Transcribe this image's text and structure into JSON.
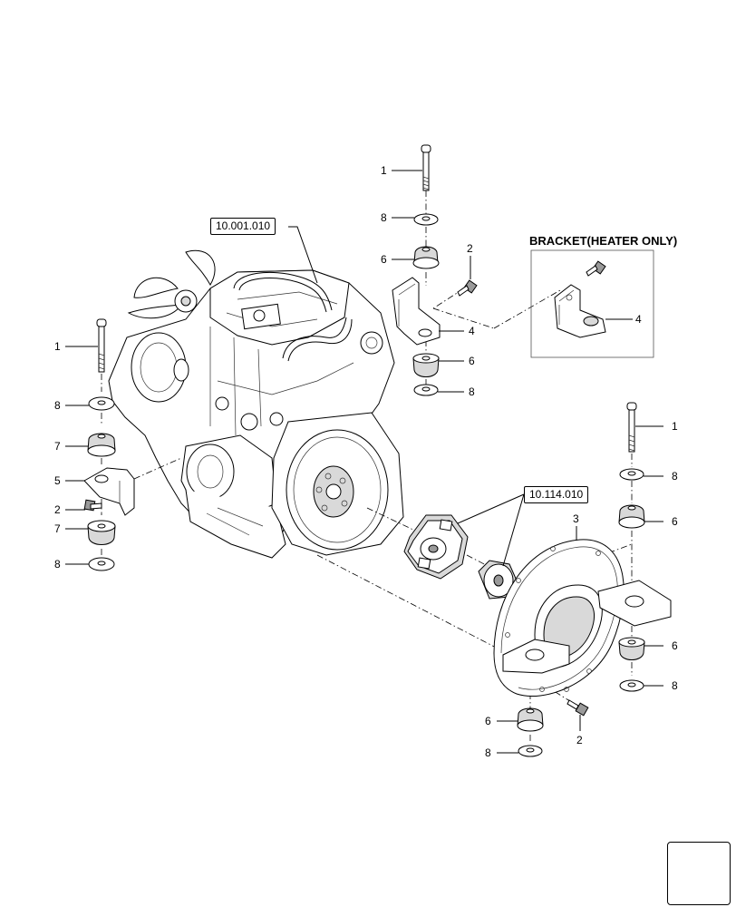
{
  "references": {
    "engine": "10.001.010",
    "coupling": "10.114.010"
  },
  "heater_bracket": {
    "title": "BRACKET(HEATER ONLY)",
    "part_number": "4"
  },
  "callouts": {
    "top_bolt": "1",
    "top_washer": "8",
    "top_cushion": "6",
    "top_screw": "2",
    "top_bracket": "4",
    "top_cushion_lower": "6",
    "top_washer_lower": "8",
    "left_bolt": "1",
    "left_washer": "8",
    "left_cushion": "7",
    "left_bracket": "5",
    "left_screw": "2",
    "left_cushion_lower": "7",
    "left_washer_lower": "8",
    "right_bolt": "1",
    "right_washer": "8",
    "right_cushion": "6",
    "housing": "3",
    "right_cushion_lower": "6",
    "right_washer_lower": "8",
    "bottom_cushion": "6",
    "bottom_washer": "8",
    "bottom_screw": "2"
  },
  "icons": {
    "navigation": "back-arrow-icon"
  }
}
